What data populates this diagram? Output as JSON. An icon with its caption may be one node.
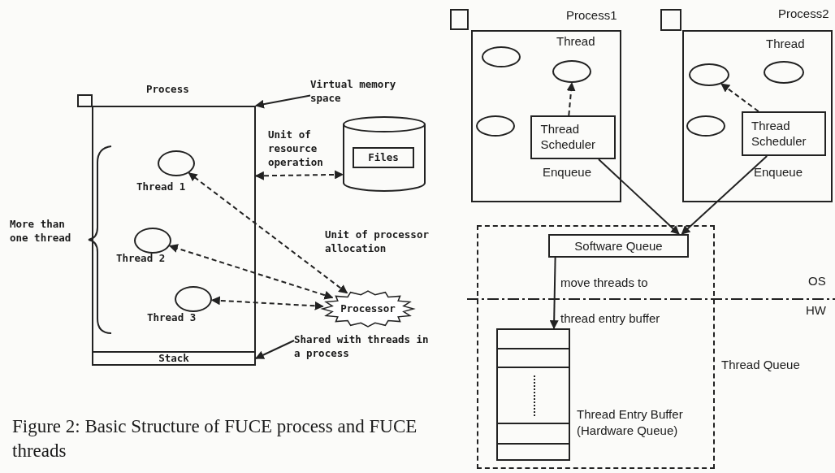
{
  "diagram": {
    "caption": "Figure 2: Basic Structure of FUCE process and FUCE threads",
    "nodes": [
      {
        "text": [
          "Process"
        ]
      },
      {
        "text": [
          "Thread 1"
        ],
        "in": 0
      },
      {
        "text": [
          "Thread 2"
        ],
        "in": 0
      },
      {
        "text": [
          "Thread 3"
        ],
        "in": 0
      },
      {
        "text": [
          "Stack"
        ],
        "in": 0
      },
      {
        "text": [],
        "shape": "cylinder"
      },
      {
        "text": [
          "Files"
        ],
        "in": 5
      },
      {
        "text": [
          "Processor"
        ]
      },
      {
        "text": [
          "Virtual memory space"
        ]
      },
      {
        "text": [
          "Shared with threads in a process"
        ]
      },
      {
        "text": [
          "Process1"
        ]
      },
      {
        "text": [],
        "shape": "ellipse",
        "in": 10
      },
      {
        "text": [
          "Thread"
        ],
        "in": 10
      },
      {
        "text": [],
        "shape": "ellipse",
        "in": 10
      },
      {
        "text": [
          "Thread Scheduler"
        ],
        "in": 10
      },
      {
        "text": [
          "Process2"
        ]
      },
      {
        "text": [],
        "shape": "ellipse",
        "in": 15
      },
      {
        "text": [
          "Thread"
        ],
        "in": 15
      },
      {
        "text": [],
        "shape": "ellipse",
        "in": 15
      },
      {
        "text": [
          "Thread Scheduler"
        ],
        "in": 15
      },
      {
        "text": [
          "Thread Queue"
        ]
      },
      {
        "text": [
          "Software Queue"
        ],
        "in": 20
      },
      {
        "text": [
          "Thread Entry Buffer (Hardware Queue)"
        ],
        "in": 20
      }
    ],
    "edges": [
      {
        "from": 8,
        "to": 0,
        "arrow": "to"
      },
      {
        "from": 0,
        "to": 5,
        "arrow": "both",
        "style": "dashed",
        "label": "Unit of resource operation"
      },
      {
        "from": 7,
        "to": 1,
        "arrow": "both",
        "style": "dashed"
      },
      {
        "from": 7,
        "to": 2,
        "arrow": "both",
        "style": "dashed"
      },
      {
        "from": 7,
        "to": 3,
        "arrow": "both",
        "style": "dashed"
      },
      {
        "from": 9,
        "to": 4,
        "arrow": "to"
      },
      {
        "from": 14,
        "to": 12,
        "arrow": "to",
        "style": "dashed"
      },
      {
        "from": 19,
        "to": 16,
        "arrow": "to",
        "style": "dashed"
      },
      {
        "from": 14,
        "to": 21,
        "arrow": "to",
        "label": "Enqueue"
      },
      {
        "from": 19,
        "to": 21,
        "arrow": "to",
        "label": "Enqueue"
      },
      {
        "from": 21,
        "to": 22,
        "arrow": "to",
        "label": "move threads to thread entry buffer"
      }
    ],
    "labels": [
      "More than one thread",
      "Unit of processor allocation",
      "OS",
      "HW"
    ]
  }
}
